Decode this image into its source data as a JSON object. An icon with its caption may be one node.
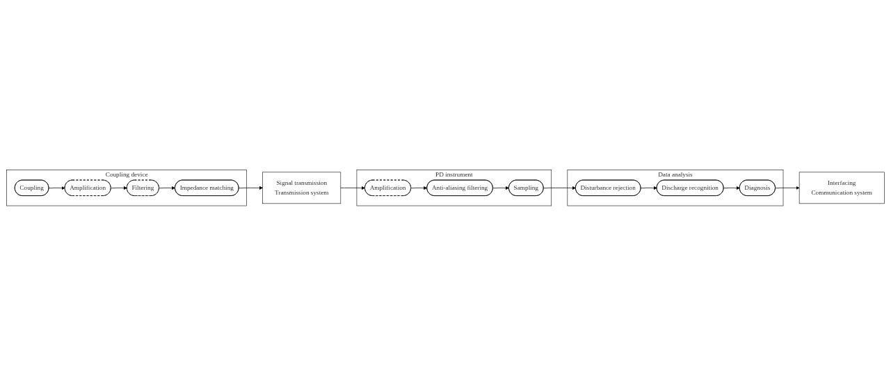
{
  "diagram": {
    "nodes": [
      {
        "text": [
          "Coupling device"
        ]
      },
      {
        "text": [
          "Coupling"
        ],
        "in": 0
      },
      {
        "text": [
          "Amplification"
        ],
        "in": 0
      },
      {
        "text": [
          "Filtering"
        ],
        "in": 0
      },
      {
        "text": [
          "Impedance matching"
        ],
        "in": 0
      },
      {
        "text": [
          "Signal transmission",
          "Transmission system"
        ]
      },
      {
        "text": [
          "PD instrument"
        ]
      },
      {
        "text": [
          "Amplification"
        ],
        "in": 6
      },
      {
        "text": [
          "Anti-aliasing filtering"
        ],
        "in": 6
      },
      {
        "text": [
          "Sampling"
        ],
        "in": 6
      },
      {
        "text": [
          "Data analysis"
        ]
      },
      {
        "text": [
          "Disturbance rejection"
        ],
        "in": 10
      },
      {
        "text": [
          "Discharge recognition"
        ],
        "in": 10
      },
      {
        "text": [
          "Diagnosis"
        ],
        "in": 10
      },
      {
        "text": [
          "Interfacing",
          "Communication system"
        ]
      }
    ],
    "edges": [
      {
        "from": 1,
        "to": 2,
        "arrow": "to"
      },
      {
        "from": 2,
        "to": 3,
        "arrow": "to"
      },
      {
        "from": 3,
        "to": 4,
        "arrow": "to"
      },
      {
        "from": 4,
        "to": 5,
        "arrow": "to"
      },
      {
        "from": 5,
        "to": 7,
        "arrow": "to"
      },
      {
        "from": 7,
        "to": 8,
        "arrow": "to"
      },
      {
        "from": 8,
        "to": 9,
        "arrow": "to"
      },
      {
        "from": 9,
        "to": 11,
        "arrow": "to"
      },
      {
        "from": 11,
        "to": 12,
        "arrow": "to"
      },
      {
        "from": 12,
        "to": 13,
        "arrow": "to"
      },
      {
        "from": 13,
        "to": 14,
        "arrow": "to"
      }
    ]
  }
}
